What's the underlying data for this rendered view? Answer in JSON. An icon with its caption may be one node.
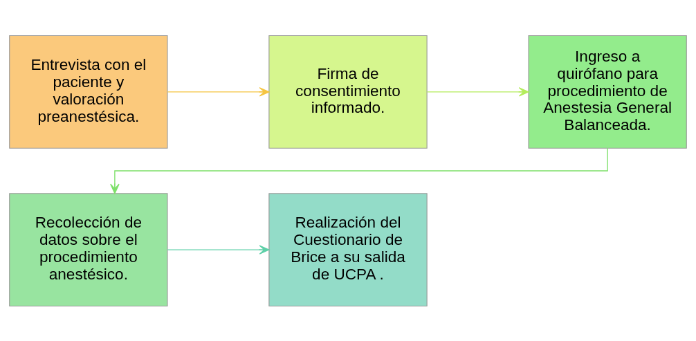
{
  "diagram": {
    "nodes": [
      {
        "text": [
          "Entrevista con el paciente y valoración preanestésica."
        ]
      },
      {
        "text": [
          "Firma de consentimiento informado."
        ]
      },
      {
        "text": [
          "Ingreso a quirófano para procedimiento de Anestesia General Balanceada."
        ]
      },
      {
        "text": [
          "Recolección de datos sobre el procedimiento anestésico."
        ]
      },
      {
        "text": [
          "Realización del Cuestionario de Brice a su salida de UCPA ."
        ]
      }
    ],
    "edges": [
      {
        "from": 0,
        "to": 1,
        "arrow": "to",
        "color": "#f5c542"
      },
      {
        "from": 1,
        "to": 2,
        "arrow": "to",
        "color": "#b4ec5c"
      },
      {
        "from": 2,
        "to": 3,
        "arrow": "to",
        "color": "#7ee06a"
      },
      {
        "from": 3,
        "to": 4,
        "arrow": "to",
        "color": "#5fd0a8"
      }
    ]
  }
}
